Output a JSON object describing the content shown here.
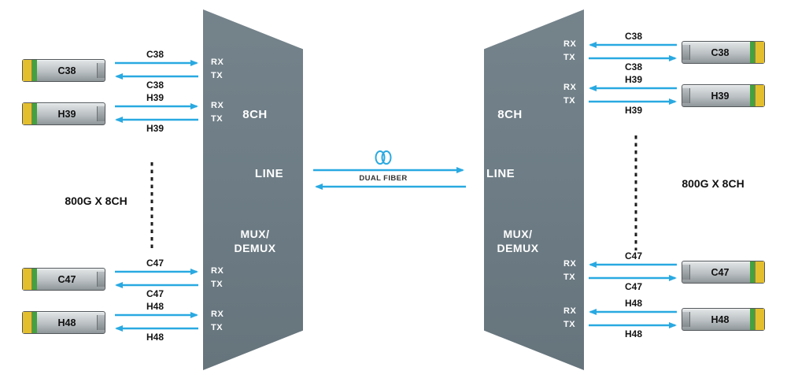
{
  "diagram": {
    "left_bandwidth_label": "800G X 8CH",
    "right_bandwidth_label": "800G X 8CH",
    "fiber_link_label": "DUAL FIBER",
    "left_mux": {
      "channel_count": "8CH",
      "line": "LINE",
      "mux_line1": "MUX/",
      "mux_line2": "DEMUX"
    },
    "right_mux": {
      "channel_count": "8CH",
      "line": "LINE",
      "mux_line1": "MUX/",
      "mux_line2": "DEMUX"
    },
    "colors": {
      "arrow_blue": "#29a9e1",
      "mux_gray": "#6e7d86",
      "clip_yellow": "#e3bf2e",
      "stripe_green": "#44a13f"
    },
    "left_channels": [
      {
        "module": "C38",
        "rx": "RX",
        "tx": "TX",
        "rx_label": "C38",
        "tx_label": "C38"
      },
      {
        "module": "H39",
        "rx": "RX",
        "tx": "TX",
        "rx_label": "H39",
        "tx_label": "H39"
      },
      {
        "module": "C47",
        "rx": "RX",
        "tx": "TX",
        "rx_label": "C47",
        "tx_label": "C47"
      },
      {
        "module": "H48",
        "rx": "RX",
        "tx": "TX",
        "rx_label": "H48",
        "tx_label": "H48"
      }
    ],
    "right_channels": [
      {
        "module": "C38",
        "rx": "RX",
        "tx": "TX",
        "rx_label": "C38",
        "tx_label": "C38"
      },
      {
        "module": "H39",
        "rx": "RX",
        "tx": "TX",
        "rx_label": "H39",
        "tx_label": "H39"
      },
      {
        "module": "C47",
        "rx": "RX",
        "tx": "TX",
        "rx_label": "C47",
        "tx_label": "C47"
      },
      {
        "module": "H48",
        "rx": "RX",
        "tx": "TX",
        "rx_label": "H48",
        "tx_label": "H48"
      }
    ]
  }
}
